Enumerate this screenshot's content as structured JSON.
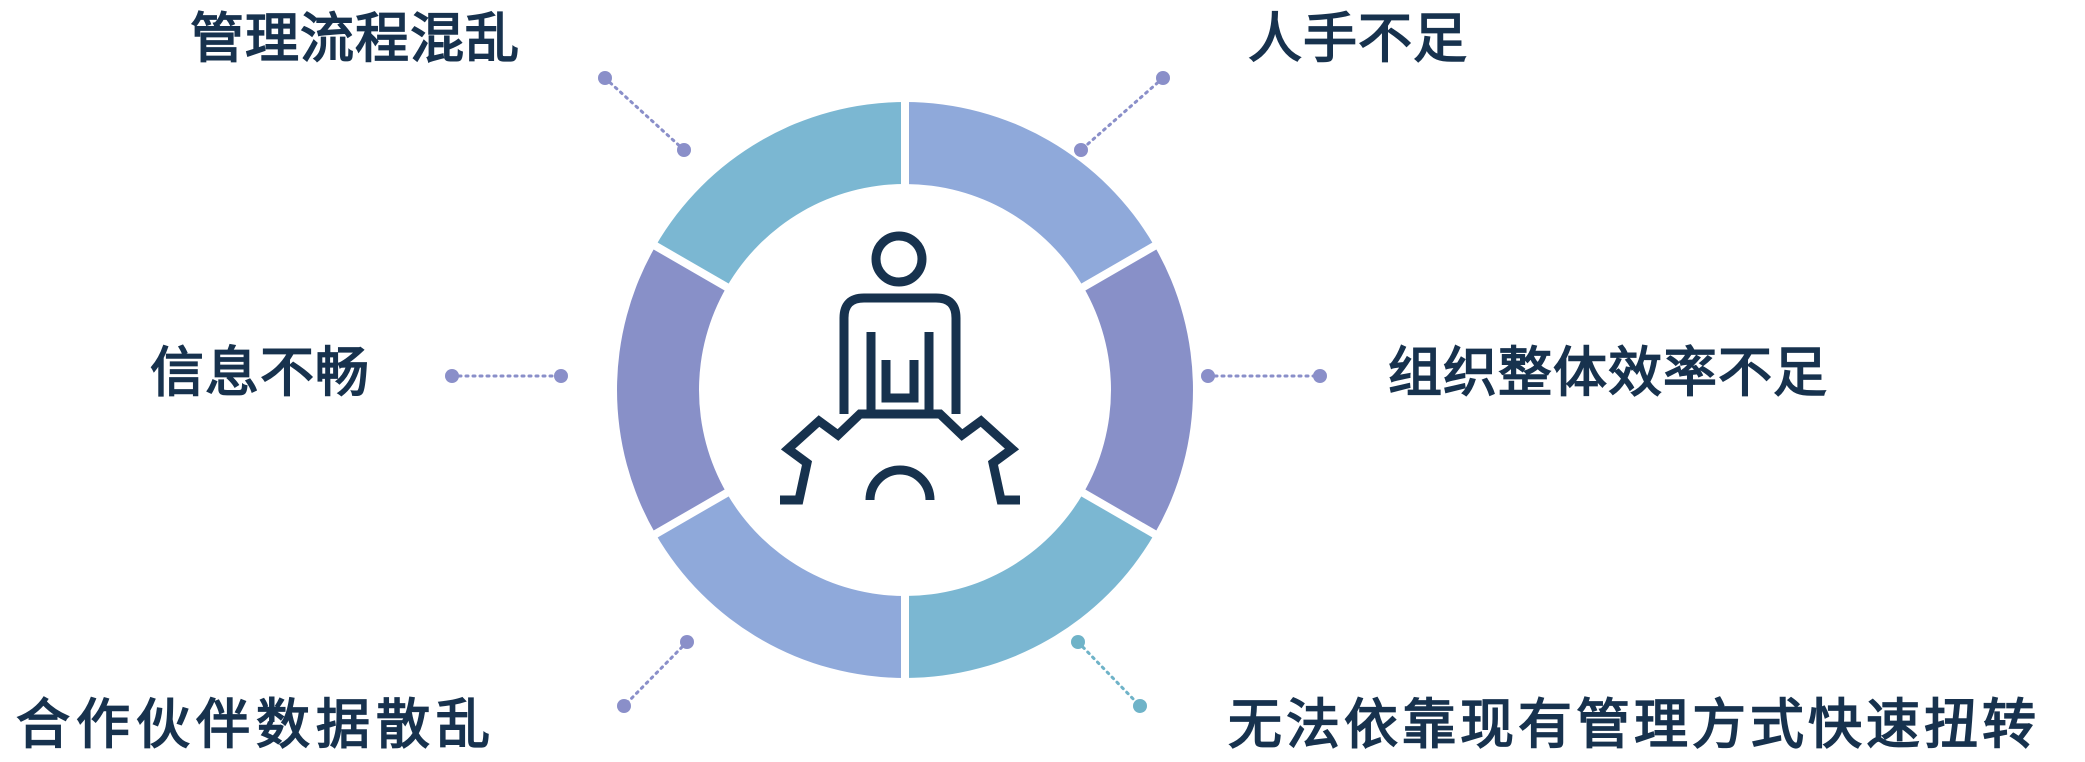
{
  "labels": {
    "top_left": "管理流程混乱",
    "top_right": "人手不足",
    "mid_left": "信息不畅",
    "mid_right": "组织整体效率不足",
    "bottom_left": "合作伙伴数据散乱",
    "bottom_right": "无法依靠现有管理方式快速扭转"
  },
  "icon": {
    "center": "person-on-gear-icon"
  },
  "colors": {
    "text": "#17324e",
    "segment_light_blue": "#7bb7d2",
    "segment_periwinkle": "#8fa9da",
    "segment_lavender": "#8890c8",
    "connector_purple": "#8a8fc9",
    "connector_teal": "#6fb3c8",
    "icon_stroke": "#17324e"
  }
}
